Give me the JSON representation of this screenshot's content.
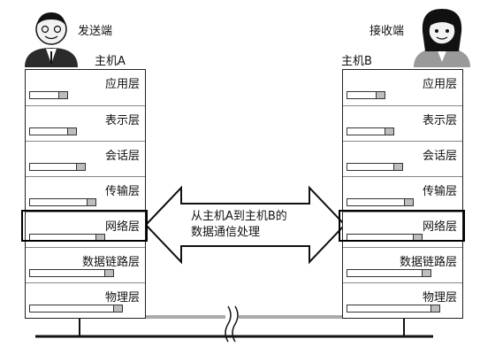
{
  "sender": {
    "role": "发送端",
    "host": "主机A"
  },
  "receiver": {
    "role": "接收端",
    "host": "主机B"
  },
  "layers": [
    "应用层",
    "表示层",
    "会话层",
    "传输层",
    "网络层",
    "数据链路层",
    "物理层"
  ],
  "center_text": {
    "line1": "从主机A到主机B的",
    "line2": "数据通信处理"
  },
  "highlighted_layer": "网络层"
}
